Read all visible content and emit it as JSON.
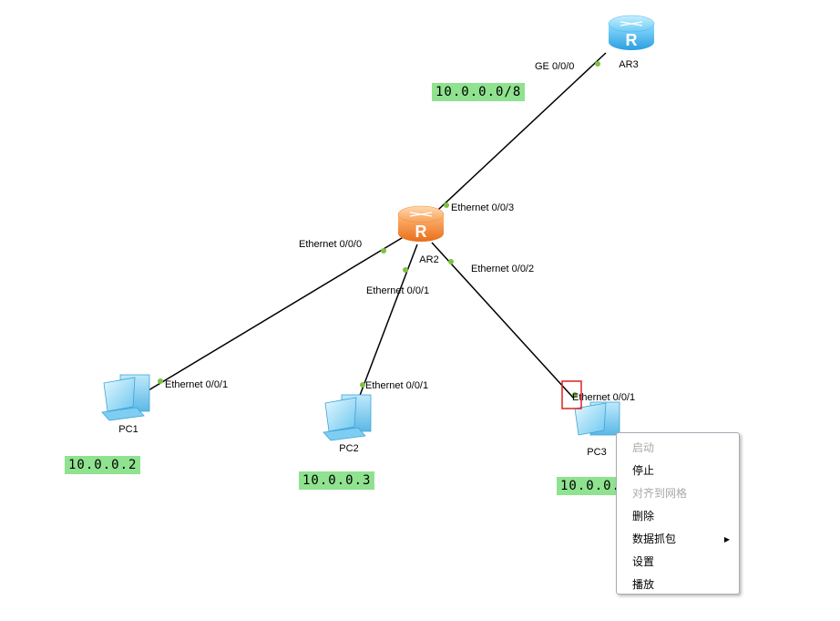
{
  "topology": {
    "devices": {
      "ar3": {
        "name": "AR3",
        "type": "router-icon",
        "color": "#5cc3ef"
      },
      "ar2": {
        "name": "AR2",
        "type": "router-icon",
        "color": "#f28b3c"
      },
      "pc1": {
        "name": "PC1",
        "type": "pc-icon"
      },
      "pc2": {
        "name": "PC2",
        "type": "pc-icon"
      },
      "pc3": {
        "name": "PC3",
        "type": "pc-icon"
      }
    },
    "ports": {
      "ar3_ge000": "GE 0/0/0",
      "ar2_e003": "Ethernet 0/0/3",
      "ar2_e000": "Ethernet 0/0/0",
      "ar2_e001": "Ethernet 0/0/1",
      "ar2_e002": "Ethernet 0/0/2",
      "pc1_e001": "Ethernet 0/0/1",
      "pc2_e001": "Ethernet 0/0/1",
      "pc3_e001": "Ethernet 0/0/1"
    },
    "link_color": "#000000",
    "port_dot_color": "#7dc241",
    "selection_color": "#e02020"
  },
  "notes": {
    "network": "10.0.0.0/8",
    "pc1_ip": "10.0.0.2",
    "pc2_ip": "10.0.0.3",
    "pc3_ip": "10.0.0.",
    "note_color": "#8fe28f"
  },
  "context_menu": {
    "items": [
      {
        "label": "启动",
        "enabled": false
      },
      {
        "label": "停止",
        "enabled": true
      },
      {
        "label": "对齐到网格",
        "enabled": false
      },
      {
        "label": "删除",
        "enabled": true
      },
      {
        "label": "数据抓包",
        "enabled": true,
        "submenu": true
      },
      {
        "label": "设置",
        "enabled": true
      },
      {
        "label": "播放",
        "enabled": true
      }
    ]
  }
}
